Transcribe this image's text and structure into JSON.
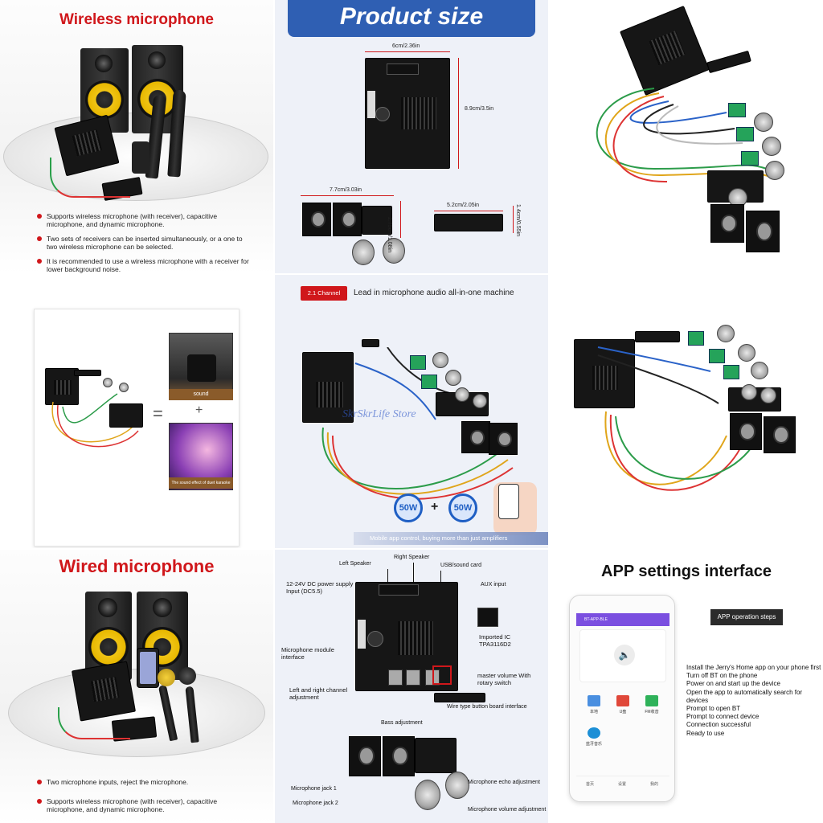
{
  "tile1": {
    "title": "Wireless microphone",
    "bullets": [
      "Supports wireless microphone (with receiver), capacitive microphone, and dynamic microphone.",
      "Two sets of receivers can be inserted simultaneously, or a one to two wireless microphone can be selected.",
      "It is recommended to use a wireless microphone with a receiver for lower background noise."
    ]
  },
  "tile2": {
    "title": "Product size",
    "dims": {
      "main_width": "6cm/2.36in",
      "main_height": "8.9cm/3.5in",
      "module_width": "7.7cm/3.03in",
      "module_height": "2.75cm/1.08in",
      "button_width": "5.2cm/2.05in",
      "button_height": "1.4cm/0.55in"
    },
    "colors": {
      "banner": "#2f5fb3",
      "dim_line": "#d0171b"
    }
  },
  "tile4": {
    "equals": "=",
    "plus": "+",
    "img1_caption": "sound",
    "img2_caption": "The sound effect of duet karaoke"
  },
  "tile5": {
    "badge": "2.1 Channel",
    "headline": "Lead in microphone audio all-in-one machine",
    "watermark": "SkrSkrLife Store",
    "power_left": "50W",
    "plus": "+",
    "power_right": "50W",
    "bottom_banner": "Mobile app control, buying more than just amplifiers",
    "colors": {
      "badge": "#d0171b",
      "circle": "#1f5fc4"
    }
  },
  "tile7": {
    "title": "Wired microphone",
    "bullets": [
      "Two microphone inputs, reject the microphone.",
      "Supports wireless microphone (with receiver), capacitive microphone, and dynamic microphone."
    ]
  },
  "tile8": {
    "labels": {
      "left_speaker": "Left Speaker",
      "right_speaker": "Right Speaker",
      "usb": "USB/sound card",
      "dc": "12-24V DC power supply Input (DC5.5)",
      "aux": "AUX input",
      "ic": "Imported IC TPA3116D2",
      "mic_module": "Microphone module interface",
      "master": "master volume With rotary switch",
      "lr_adjust": "Left and right channel adjustment",
      "wire_button": "Wire type button board interface",
      "bass": "Bass adjustment",
      "jack1": "Microphone jack 1",
      "echo": "Microphone echo adjustment",
      "jack2": "Microphone jack 2",
      "mic_volume": "Microphone volume adjustment"
    }
  },
  "tile9": {
    "title": "APP settings interface",
    "steps_badge": "APP operation steps",
    "steps": [
      "Install the Jerry's Home app on your phone first",
      "Turn off BT on the phone",
      "Power on and start up the device",
      "Open the app to automatically search for devices",
      "Prompt to open BT",
      "Prompt to connect device",
      "Connection successful",
      "Ready to use"
    ],
    "phone": {
      "header": "BT-APP-BLE",
      "tiles": [
        "本地",
        "U盘",
        "FM收音",
        "蓝牙音乐"
      ],
      "tabs": [
        "首页",
        "设置",
        "我的"
      ]
    },
    "colors": {
      "app_header": "#7b4fe0",
      "badge": "#2b2b2b"
    }
  }
}
